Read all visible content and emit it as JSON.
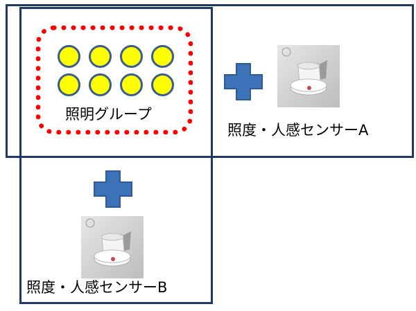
{
  "lighting_group": {
    "label": "照明グループ",
    "light_count": 8,
    "light_color": "#ffff00",
    "border_color": "#ff0000"
  },
  "sensor_a": {
    "label": "照度・人感センサーA",
    "icon": "ceiling-sensor"
  },
  "sensor_b": {
    "label": "照度・人感センサーB",
    "icon": "ceiling-sensor"
  },
  "colors": {
    "frame": "#1f3864",
    "plus": "#3c72b8"
  }
}
